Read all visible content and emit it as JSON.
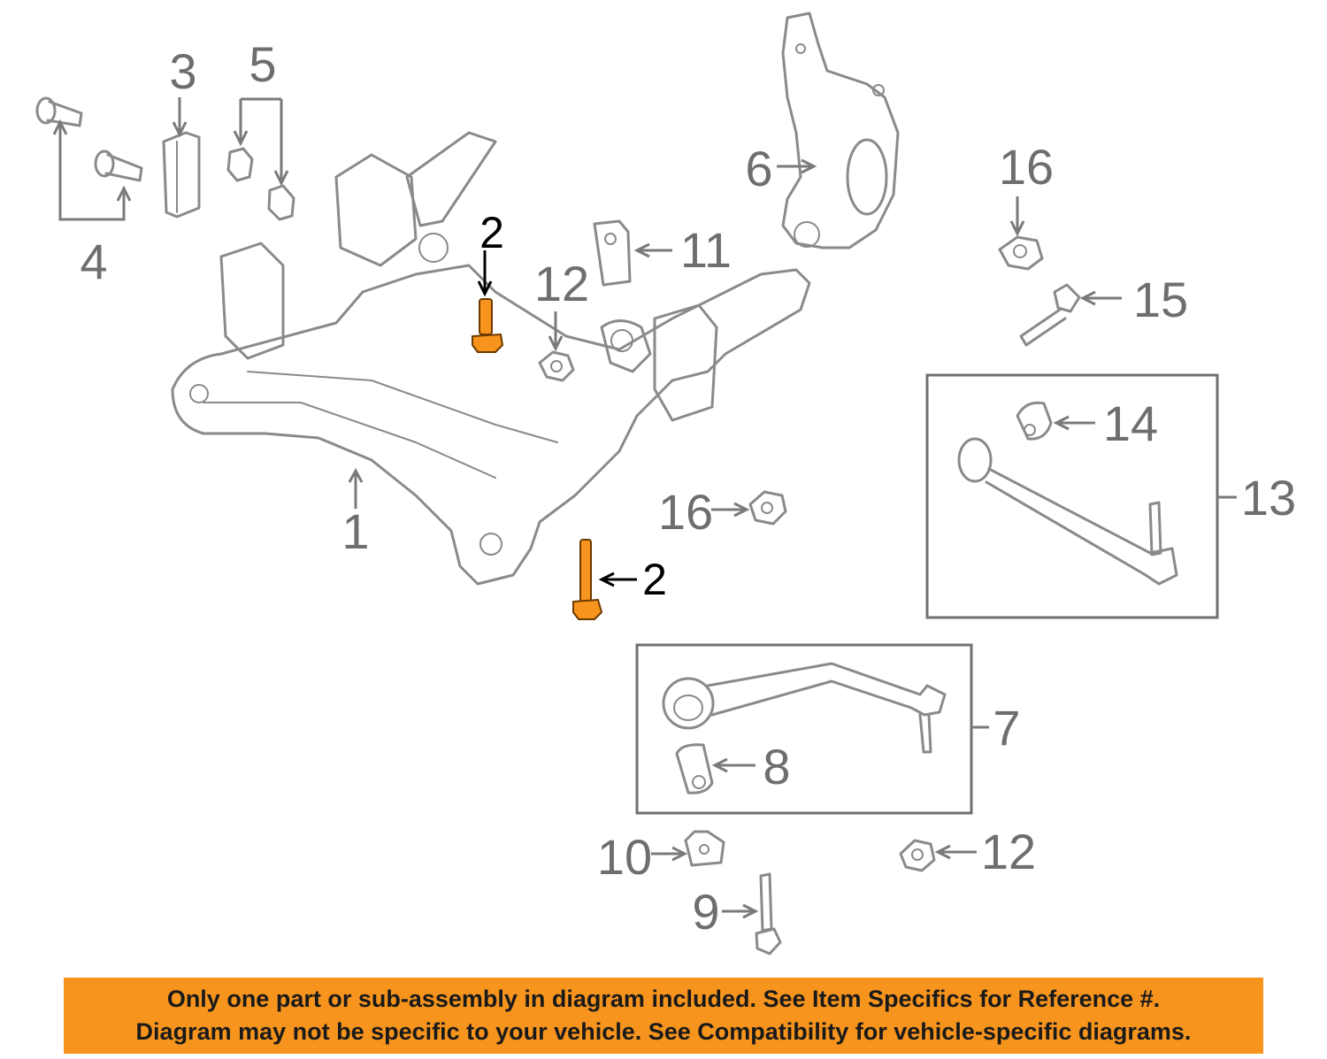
{
  "diagram": {
    "callouts": {
      "c1": "1",
      "c2a": "2",
      "c2b": "2",
      "c3": "3",
      "c4": "4",
      "c5": "5",
      "c6": "6",
      "c7": "7",
      "c8": "8",
      "c9": "9",
      "c10": "10",
      "c11": "11",
      "c12a": "12",
      "c12b": "12",
      "c13": "13",
      "c14": "14",
      "c15": "15",
      "c16a": "16",
      "c16b": "16"
    },
    "highlighted_part": "2",
    "colors": {
      "highlight": "#f7941d",
      "line_art": "#8a8a8a",
      "banner": "#f7941d"
    }
  },
  "notice": {
    "line1": "Only one part or sub-assembly in diagram included. See Item Specifics for Reference #.",
    "line2": "Diagram may not be specific to your vehicle. See Compatibility for vehicle-specific diagrams."
  }
}
